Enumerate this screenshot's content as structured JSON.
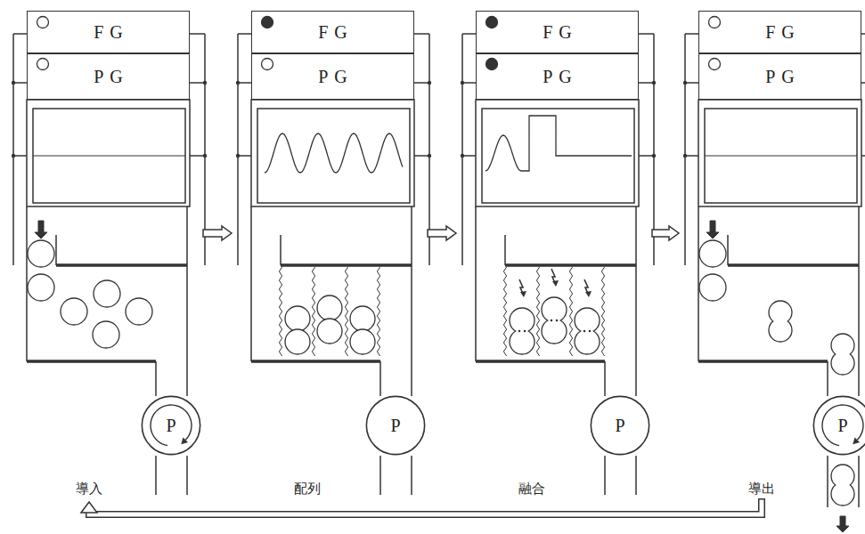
{
  "diagram": {
    "nodes": [
      {
        "text": [
          "導入"
        ]
      },
      {
        "text": [
          "FG"
        ],
        "in": 0
      },
      {
        "text": [
          "PG"
        ],
        "in": 0
      },
      {
        "text": [
          "P"
        ],
        "in": 0
      },
      {
        "text": [
          "配列"
        ]
      },
      {
        "text": [
          "FG"
        ],
        "in": 4
      },
      {
        "text": [
          "PG"
        ],
        "in": 4
      },
      {
        "text": [
          "P"
        ],
        "in": 4
      },
      {
        "text": [
          "融合"
        ]
      },
      {
        "text": [
          "FG"
        ],
        "in": 8
      },
      {
        "text": [
          "PG"
        ],
        "in": 8
      },
      {
        "text": [
          "P"
        ],
        "in": 8
      },
      {
        "text": [
          "導出"
        ]
      },
      {
        "text": [
          "FG"
        ],
        "in": 12
      },
      {
        "text": [
          "PG"
        ],
        "in": 12
      },
      {
        "text": [
          "P"
        ],
        "in": 12
      }
    ],
    "edges": [
      {
        "from": 0,
        "to": 4,
        "arrow": "to"
      },
      {
        "from": 4,
        "to": 8,
        "arrow": "to"
      },
      {
        "from": 8,
        "to": 12,
        "arrow": "to"
      },
      {
        "from": 12,
        "to": 0,
        "arrow": "to"
      }
    ]
  }
}
